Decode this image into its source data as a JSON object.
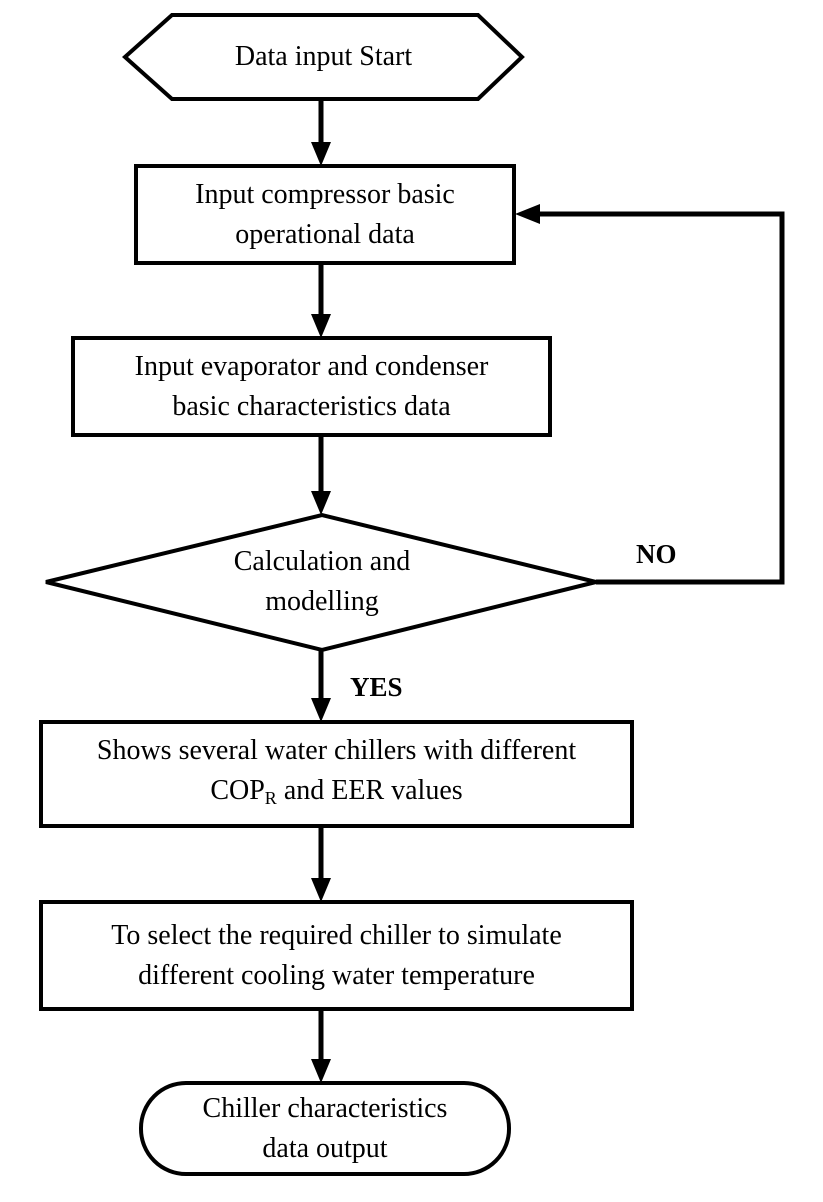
{
  "nodes": {
    "start": {
      "line1": "Data input Start"
    },
    "compressor": {
      "line1": "Input compressor basic",
      "line2": "operational data"
    },
    "evap_cond": {
      "line1": "Input evaporator and condenser",
      "line2": "basic characteristics data"
    },
    "calc": {
      "line1": "Calculation and",
      "line2": "modelling"
    },
    "chillers": {
      "line1": "Shows several water chillers with different",
      "line2_pre": "COP",
      "line2_sub": "R",
      "line2_post": " and EER values"
    },
    "select": {
      "line1": "To select the required chiller to simulate",
      "line2": "different cooling water temperature"
    },
    "output": {
      "line1": "Chiller characteristics",
      "line2": "data output"
    }
  },
  "edges": {
    "yes_label": "YES",
    "no_label": "NO"
  }
}
